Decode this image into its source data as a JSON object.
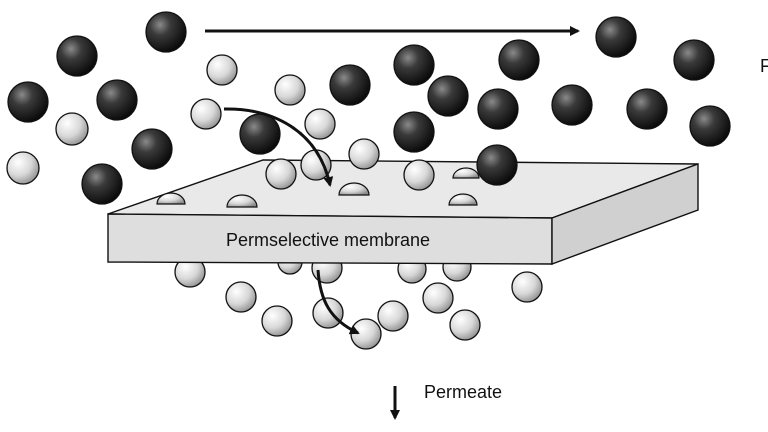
{
  "membrane": {
    "label": "Permselective membrane"
  },
  "permeate": {
    "label": "Permeate"
  },
  "edge_text": {
    "label": "F"
  },
  "colors": {
    "large_particle": "#1a1a1a",
    "small_particle": "#d9d9d9",
    "membrane_top": "#e8e8e8",
    "membrane_front": "#dcdcdc",
    "membrane_side": "#cfcfcf",
    "stroke": "#111111"
  }
}
